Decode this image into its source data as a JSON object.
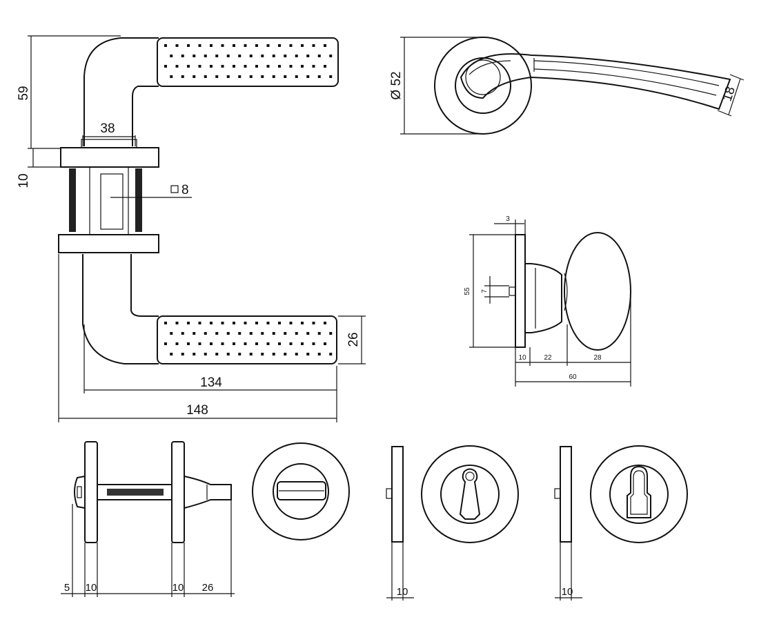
{
  "lever": {
    "dim_height": "59",
    "dim_rose_thickness": "10",
    "dim_neck_width": "38",
    "dim_spindle": "8",
    "dim_grip_height": "26",
    "dim_reach": "134",
    "dim_total_length": "148"
  },
  "lever_top_view": {
    "dim_rose_diameter": "Ø 52",
    "dim_grip_width": "18"
  },
  "knob": {
    "dim_rose_depth": "3",
    "dim_spindle_small": "7",
    "dim_rose_height": "55",
    "dim_rose": "10",
    "dim_neck": "22",
    "dim_head": "28",
    "dim_total": "60"
  },
  "wc_turn": {
    "dim_a": "5",
    "dim_b": "10",
    "dim_c": "10",
    "dim_d": "26"
  },
  "keyhole_rose": {
    "dim_thickness": "10"
  },
  "cylinder_rose": {
    "dim_thickness": "10"
  }
}
